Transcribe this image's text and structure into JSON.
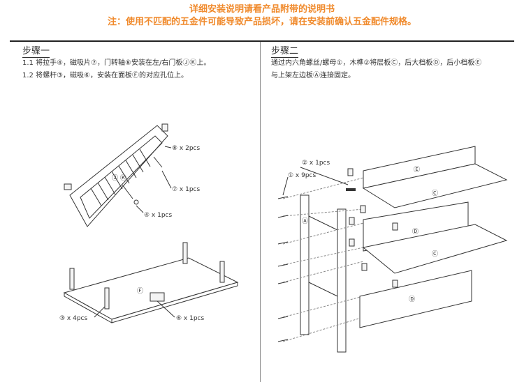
{
  "header": {
    "line1": "详细安装说明请看产品附带的说明书",
    "line2": "注：使用不匹配的五金件可能导致产品损坏，请在安装前确认五金配件规格。",
    "accent": "#f08a2c"
  },
  "step1": {
    "title": "步骤一",
    "text1": "1.1 将拉手④，磁吸片⑦，门转轴⑧安装在左/右门板ⒿⓀ上。",
    "text2": "1.2 将螺杆③，磁吸⑥，安装在面板Ⓕ的对应孔位上。",
    "labels": {
      "part8": "⑧ x 2pcs",
      "part7": "⑦ x 1pcs",
      "part4": "④ x 1pcs",
      "jk": "Ⓙ Ⓚ",
      "part3": "③ x 4pcs",
      "part6": "⑥ x 1pcs",
      "panelF": "Ⓕ"
    }
  },
  "step2": {
    "title": "步骤二",
    "text1": "通过内六角螺丝/螺母①，木榫②将层板Ⓒ，后大档板Ⓓ，后小档板Ⓔ",
    "text2": "与上架左边板Ⓐ连接固定。",
    "labels": {
      "part2": "② x 1pcs",
      "part1": "① x 9pcs",
      "panelA": "Ⓐ",
      "panelE": "Ⓔ",
      "panelC1": "Ⓒ",
      "panelD1": "Ⓓ",
      "panelC2": "Ⓒ",
      "panelD2": "Ⓓ"
    }
  }
}
